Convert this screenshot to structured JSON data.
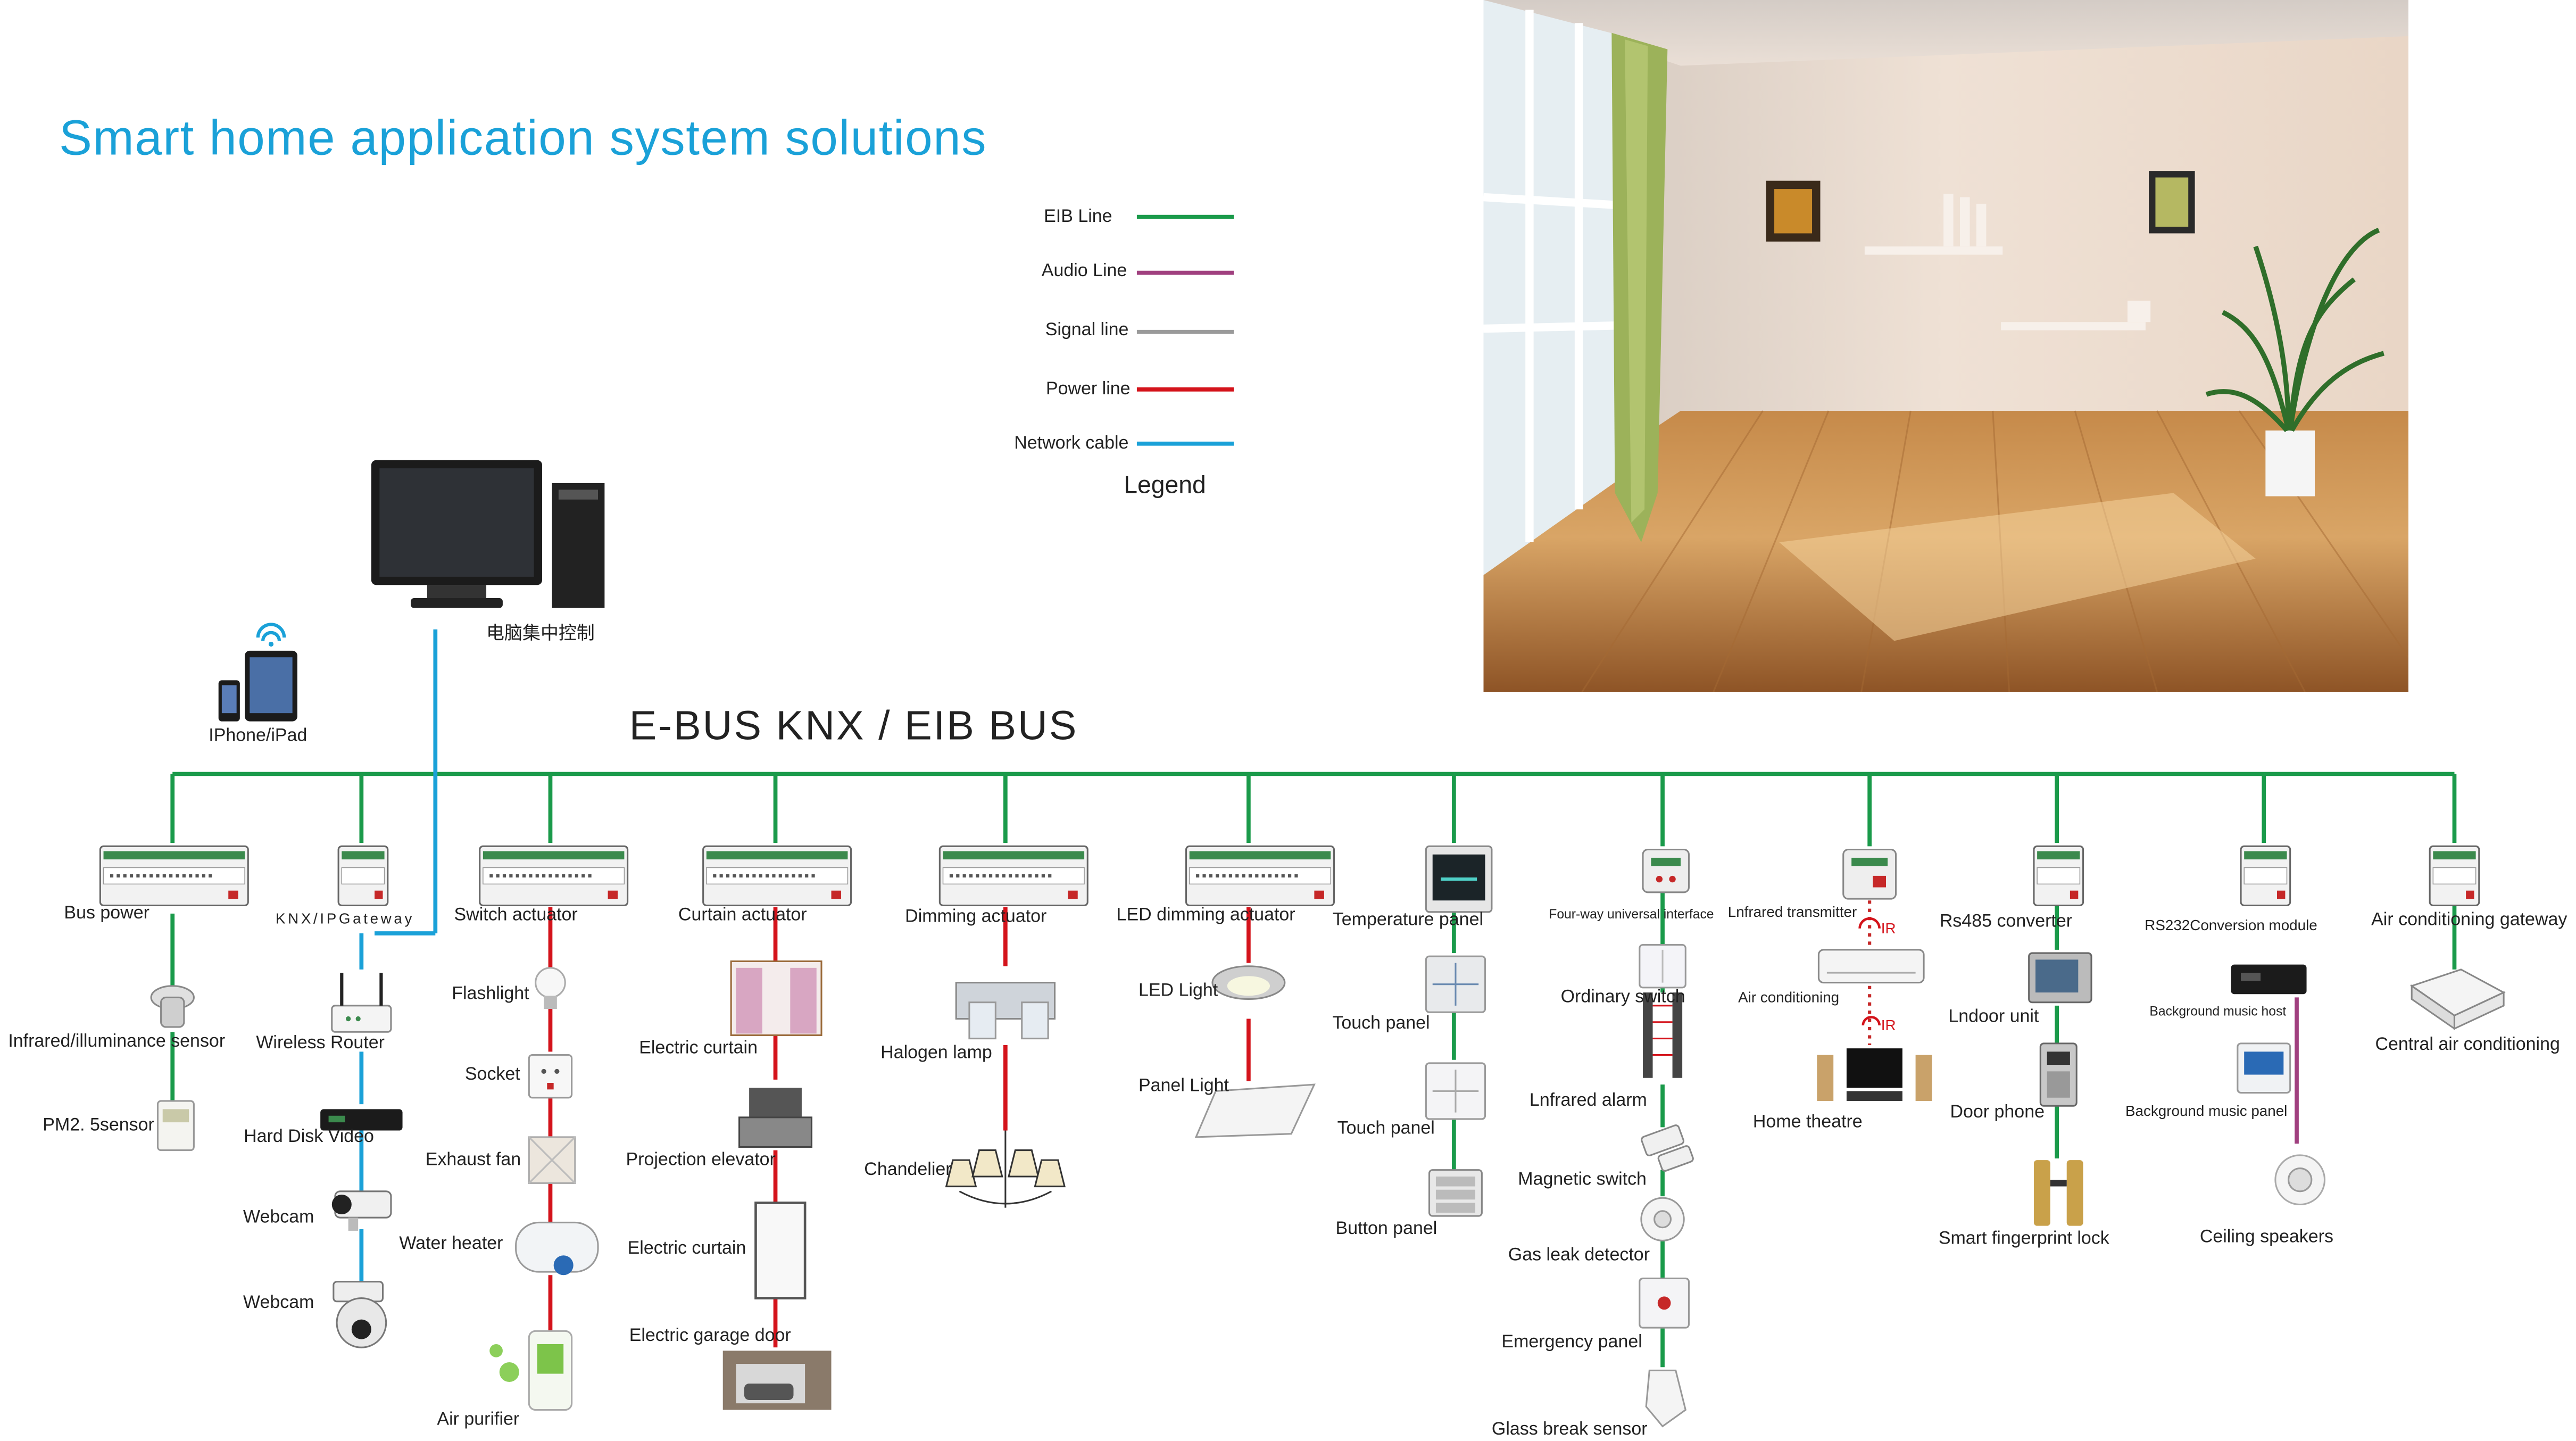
{
  "page_title": "Smart home application system solutions",
  "bus_title": "E-BUS KNX / EIB BUS",
  "legend": {
    "title": "Legend",
    "items": [
      {
        "label": "EIB Line",
        "color": "#1a9a4a"
      },
      {
        "label": "Audio Line",
        "color": "#a0407f"
      },
      {
        "label": "Signal line",
        "color": "#9a9a9a"
      },
      {
        "label": "Power line",
        "color": "#d4131b"
      },
      {
        "label": "Network cable",
        "color": "#1aa1d8"
      }
    ]
  },
  "computer": {
    "label": "电脑集中控制",
    "icon": "desktop-computer-icon"
  },
  "mobile": {
    "label": "IPhone/iPad",
    "icon": "tablet-phone-icon"
  },
  "modules": {
    "bus_power": "Bus power",
    "knx_ip_gateway": "KNX/IPGateway",
    "switch_actuator": "Switch actuator",
    "curtain_actuator": "Curtain actuator",
    "dimming_actuator": "Dimming actuator",
    "led_dimming_actuator": "LED dimming actuator",
    "temperature_panel": "Temperature  panel",
    "four_way_interface": "Four-way universal interface",
    "infrared_transmitter": "Lnfrared transmitter",
    "rs485_converter": "Rs485 converter",
    "rs232_module": "RS232Conversion module",
    "ac_gateway": "Air conditioning gateway"
  },
  "devices": {
    "infrared_sensor": "Infrared/illuminance sensor",
    "pm25_sensor": "PM2. 5sensor",
    "wireless_router": "Wireless Router",
    "hdd_video": "Hard Disk Video",
    "webcam1": "Webcam",
    "webcam2": "Webcam",
    "flashlight": "Flashlight",
    "socket": "Socket",
    "exhaust_fan": "Exhaust fan",
    "water_heater": "Water heater",
    "air_purifier": "Air purifier",
    "electric_curtain1": "Electric curtain",
    "projection_elevator": "Projection elevator",
    "electric_curtain2": "Electric curtain",
    "garage_door": "Electric garage door",
    "halogen_lamp": "Halogen lamp",
    "chandelier": "Chandelier",
    "led_light": "LED Light",
    "panel_light": "Panel Light",
    "touch_panel1": "Touch panel",
    "touch_panel2": "Touch panel",
    "button_panel": "Button panel",
    "ordinary_switch": "Ordinary switch",
    "infrared_alarm": "Lnfrared alarm",
    "magnetic_switch": "Magnetic switch",
    "gas_leak": "Gas leak detector",
    "emergency_panel": "Emergency panel",
    "glass_break": "Glass break sensor",
    "air_conditioning": "Air conditioning",
    "home_theatre": "Home theatre",
    "ir1": "IR",
    "ir2": "IR",
    "indoor_unit": "Lndoor unit",
    "door_phone": "Door phone",
    "fingerprint_lock": "Smart fingerprint lock",
    "music_host": "Background music host",
    "music_panel": "Background music  panel",
    "ceiling_speakers": "Ceiling speakers",
    "central_ac": "Central air conditioning"
  },
  "colors": {
    "eib": "#1a9a4a",
    "audio": "#a0407f",
    "signal": "#9a9a9a",
    "power": "#d4131b",
    "network": "#1aa1d8",
    "title": "#1aa1d8"
  },
  "room_photo": {
    "icon": "interior-room-photo"
  }
}
